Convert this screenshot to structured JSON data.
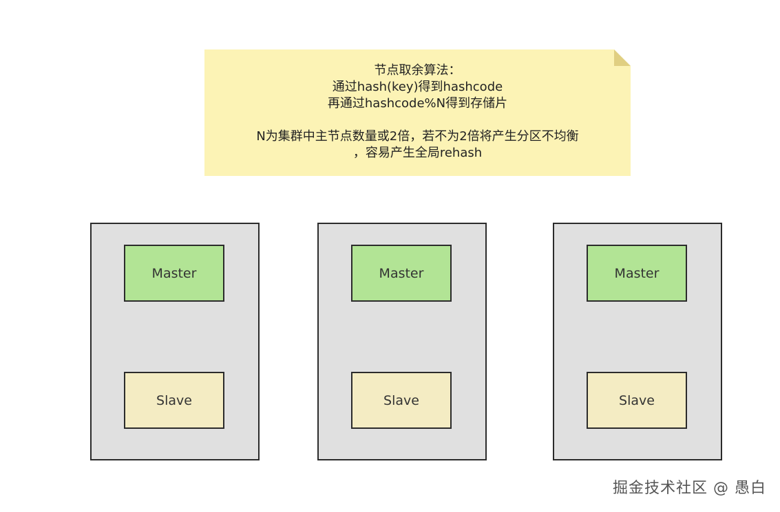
{
  "note": {
    "lines": [
      "节点取余算法：",
      "通过hash(key)得到hashcode",
      "再通过hashcode%N得到存储片",
      "",
      "N为集群中主节点数量或2倍，若不为2倍将产生分区不均衡",
      "，容易产生全局rehash"
    ],
    "fill_color": "#fcf3b5",
    "fold_color": "#e0cf82"
  },
  "groups": [
    {
      "master": "Master",
      "slave": "Slave"
    },
    {
      "master": "Master",
      "slave": "Slave"
    },
    {
      "master": "Master",
      "slave": "Slave"
    }
  ],
  "colors": {
    "group_fill": "#e0e0e0",
    "master_fill": "#b2e495",
    "slave_fill": "#f4ecc3",
    "border": "#2b2b2b"
  },
  "watermark": "掘金技术社区 @ 愚白"
}
